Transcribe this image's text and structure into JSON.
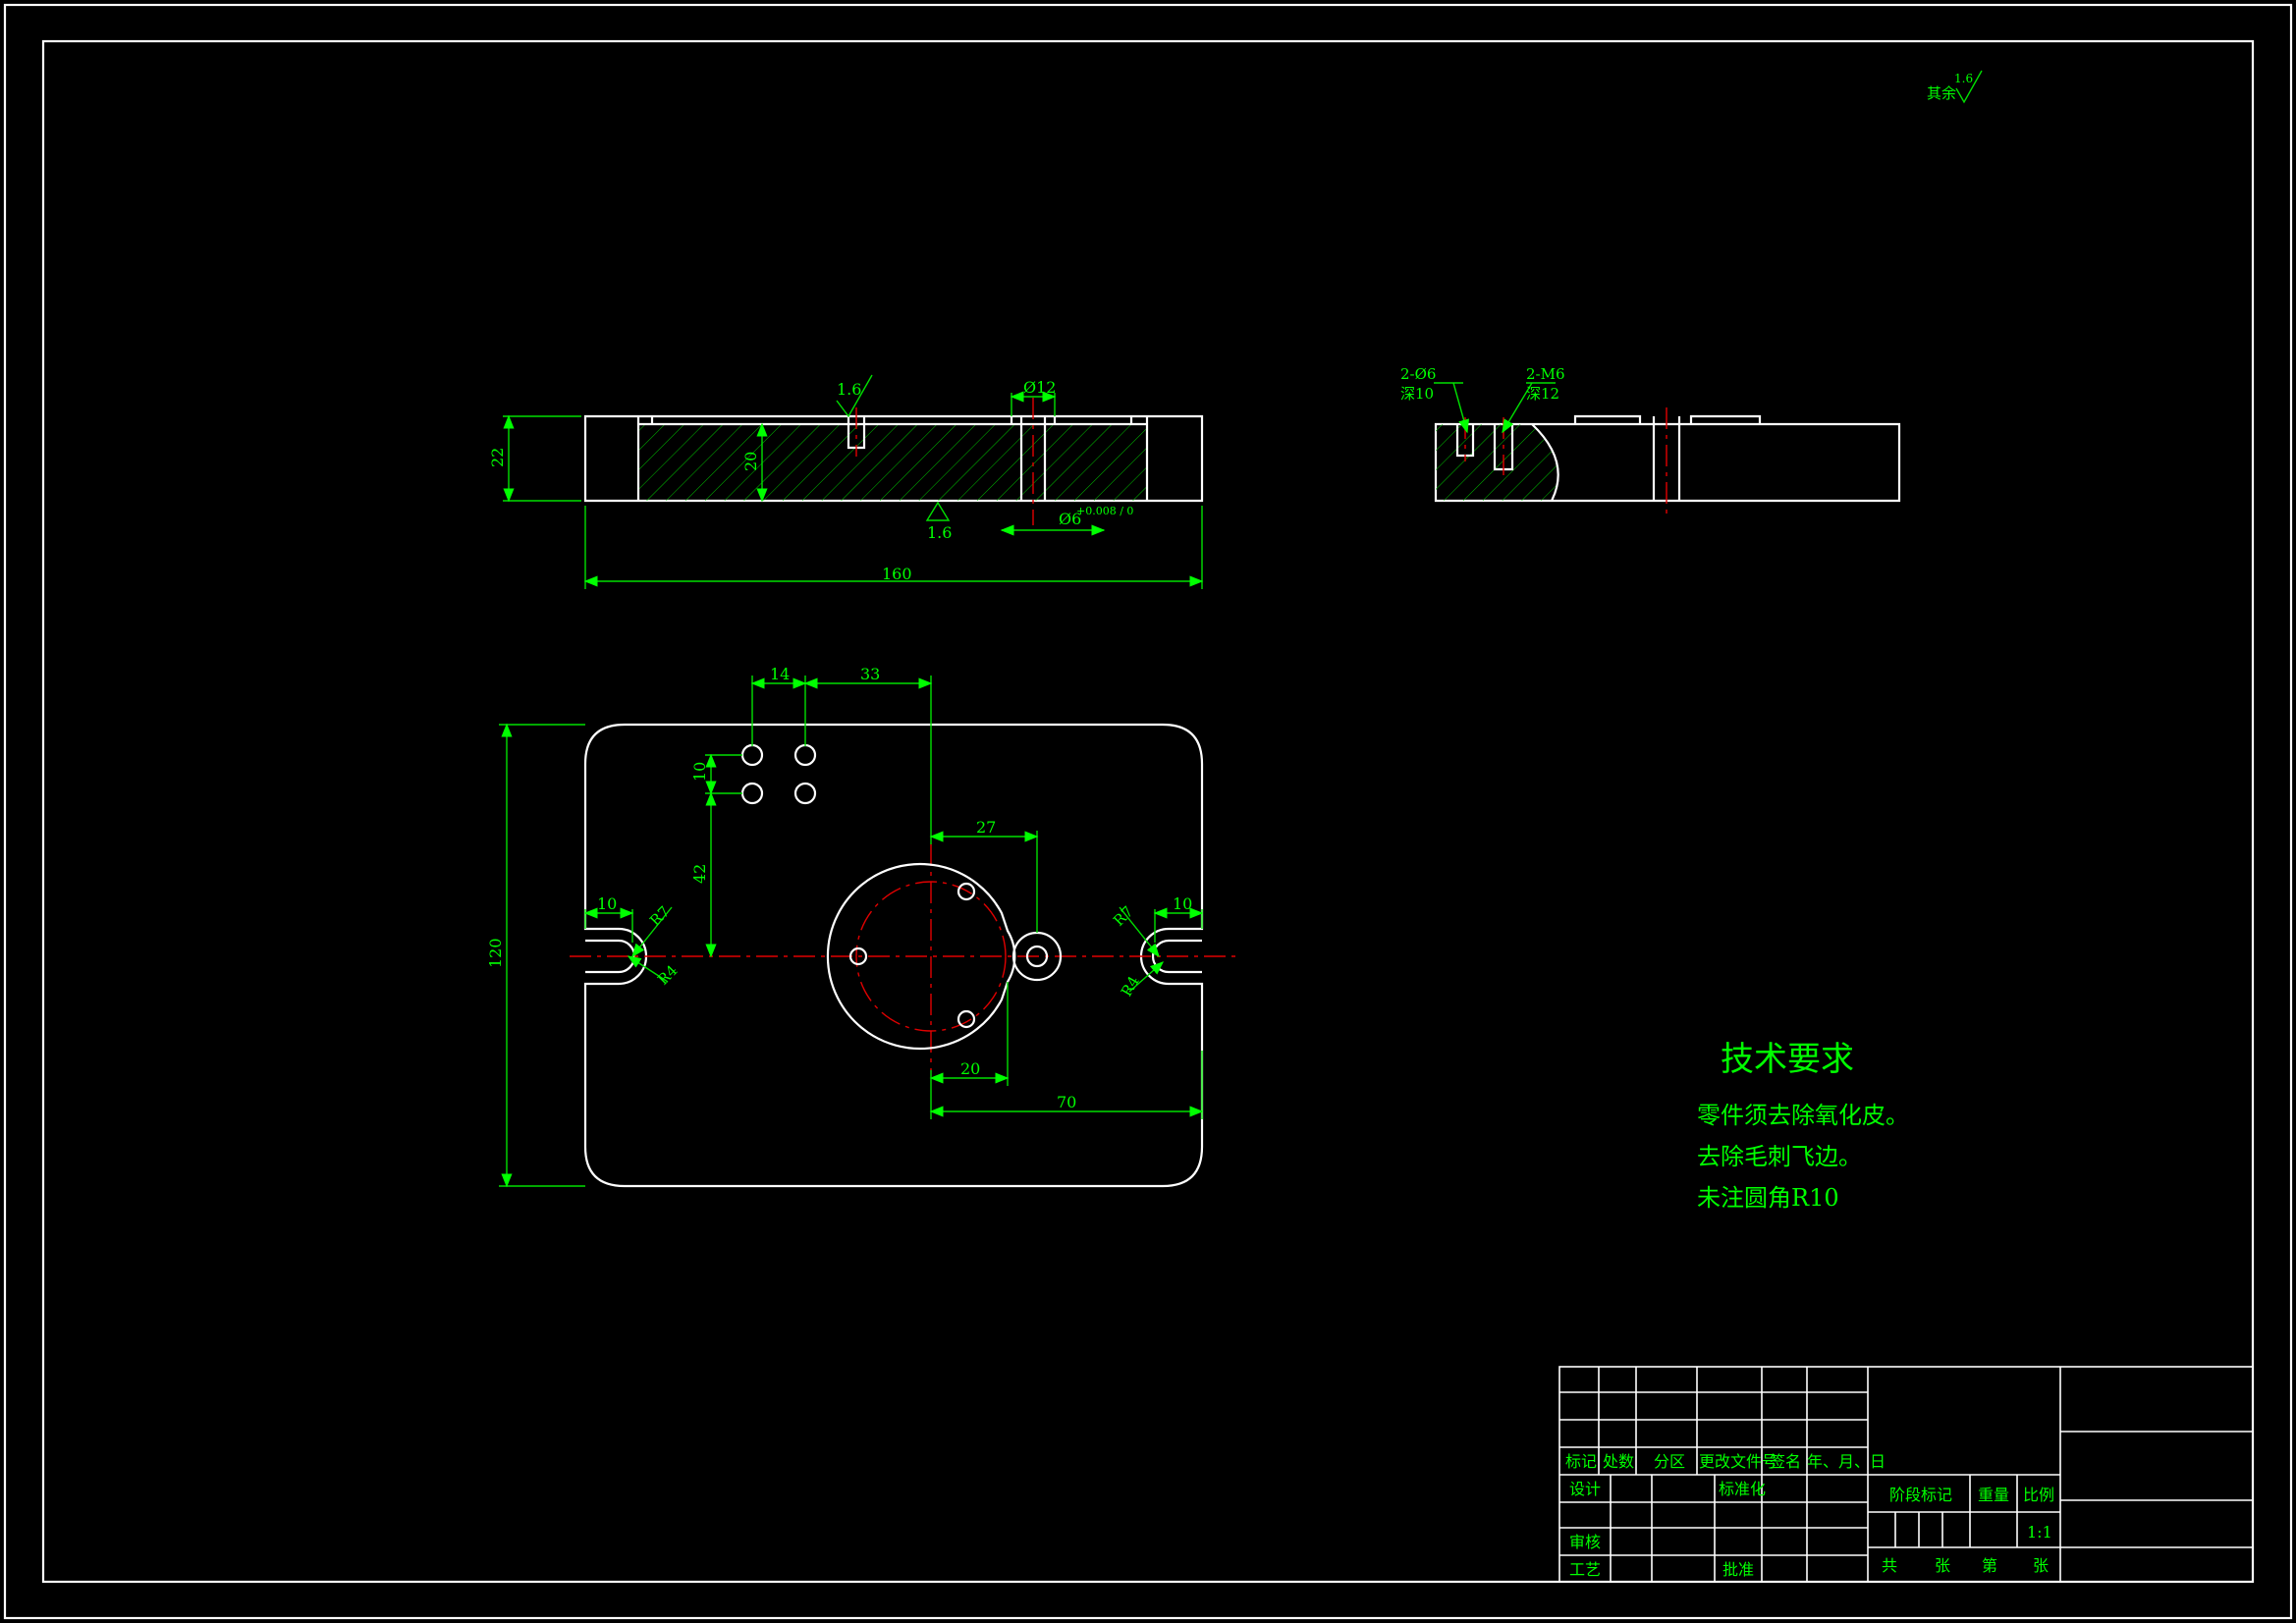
{
  "roughness": {
    "global_prefix": "其余",
    "global_value": "1.6",
    "front_top": "1.6",
    "front_bottom": "1.6"
  },
  "dimensions": {
    "front_height": "22",
    "front_inner": "20",
    "front_length": "160",
    "hole_dia": "Ø12",
    "pin_dia": "Ø6",
    "pin_tol": "+0.008 / 0",
    "top_14": "14",
    "top_33": "33",
    "top_10": "10",
    "top_42": "42",
    "top_27": "27",
    "top_20": "20",
    "top_70": "70",
    "top_120": "120",
    "slot_left_10": "10",
    "slot_right_10": "10",
    "r7_left": "R7",
    "r4_left": "R4",
    "r7_right": "R7",
    "r4_right": "R4"
  },
  "side_view": {
    "hole_note_1": "2-Ø6",
    "hole_depth_1": "深10",
    "hole_note_2": "2-M6",
    "hole_depth_2": "深12"
  },
  "tech_requirements": {
    "title": "技术要求",
    "lines": [
      "零件须去除氧化皮。",
      "去除毛刺飞边。",
      "未注圆角R10"
    ]
  },
  "title_block": {
    "header": [
      "标记",
      "处数",
      "分区",
      "更改文件号",
      "签名",
      "年、月、日"
    ],
    "design": "设计",
    "standardize": "标准化",
    "review": "审核",
    "process": "工艺",
    "approve": "批准",
    "stage_mark": "阶段标记",
    "weight": "重量",
    "scale_label": "比例",
    "scale_value": "1:1",
    "sheet": [
      "共",
      "张",
      "第",
      "张"
    ]
  },
  "colors": {
    "background": "#000000",
    "outline": "#ffffff",
    "dimension": "#00ff00",
    "centerline": "#e00000"
  }
}
